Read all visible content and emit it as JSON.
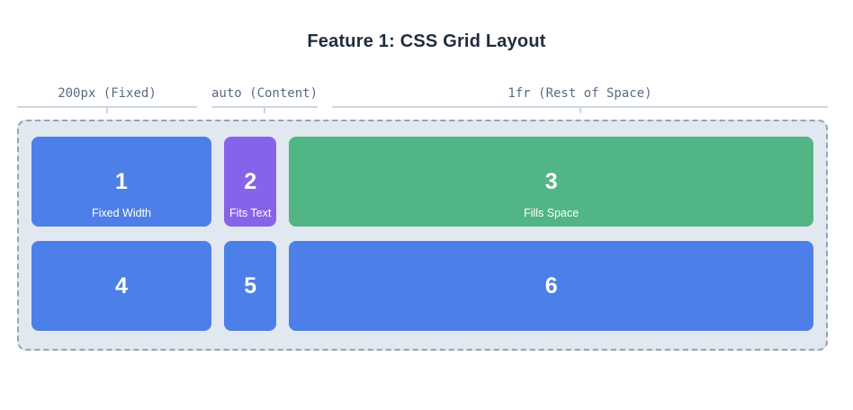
{
  "title": "Feature 1: CSS Grid Layout",
  "ruler": {
    "segments": [
      {
        "label": "200px (Fixed)"
      },
      {
        "label": "auto (Content)"
      },
      {
        "label": "1fr (Rest of Space)"
      }
    ]
  },
  "grid": {
    "cells": [
      {
        "number": "1",
        "caption": "Fixed Width",
        "color": "blue"
      },
      {
        "number": "2",
        "caption": "Fits Text",
        "color": "purple"
      },
      {
        "number": "3",
        "caption": "Fills Space",
        "color": "green"
      },
      {
        "number": "4",
        "caption": "",
        "color": "blue"
      },
      {
        "number": "5",
        "caption": "",
        "color": "blue"
      },
      {
        "number": "6",
        "caption": "",
        "color": "blue"
      }
    ]
  },
  "colors": {
    "blue": "#4d7fe8",
    "purple": "#8763ea",
    "green": "#52b585",
    "panel_bg": "#e2e8f0",
    "panel_border": "#94a3b8",
    "ruler_line": "#cbd5e1",
    "label_text": "#5a6a85",
    "title_text": "#1f2d3d",
    "cell_text": "#ffffff"
  }
}
